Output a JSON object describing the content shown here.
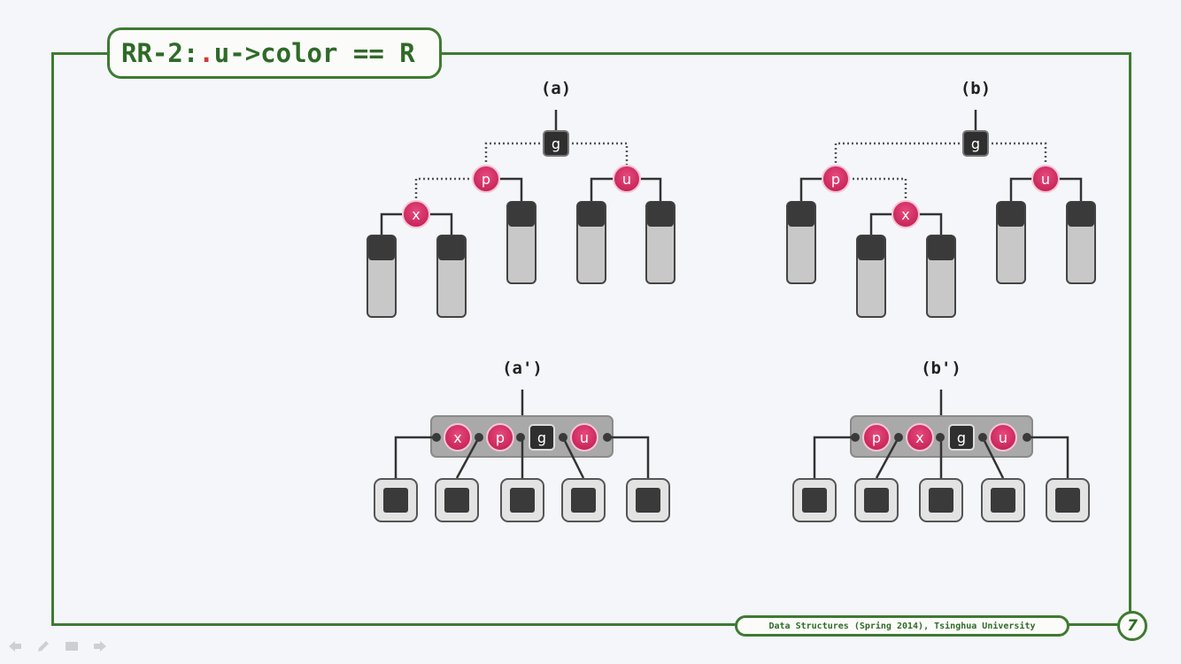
{
  "slide": {
    "title_prefix": "RR-2",
    "title_sep": " :",
    "title_dot": ".",
    "title_rest": "u->color == R",
    "footer": "Data Structures (Spring 2014), Tsinghua University",
    "page_number": "7"
  },
  "panels": [
    {
      "label": "(a)"
    },
    {
      "label": "(b)"
    },
    {
      "label": "(a')"
    },
    {
      "label": "(b')"
    }
  ],
  "nodes": {
    "g": "g",
    "p": "p",
    "u": "u",
    "x": "x"
  },
  "colors": {
    "frame": "#3f7a32",
    "red_node": "#d6336c",
    "black_node": "#2f2f2f",
    "subtree_body": "#c8c8c8",
    "supernode": "#a9a9a9"
  },
  "nav": {
    "icons": [
      "prev-icon",
      "pen-icon",
      "menu-icon",
      "next-icon"
    ]
  }
}
